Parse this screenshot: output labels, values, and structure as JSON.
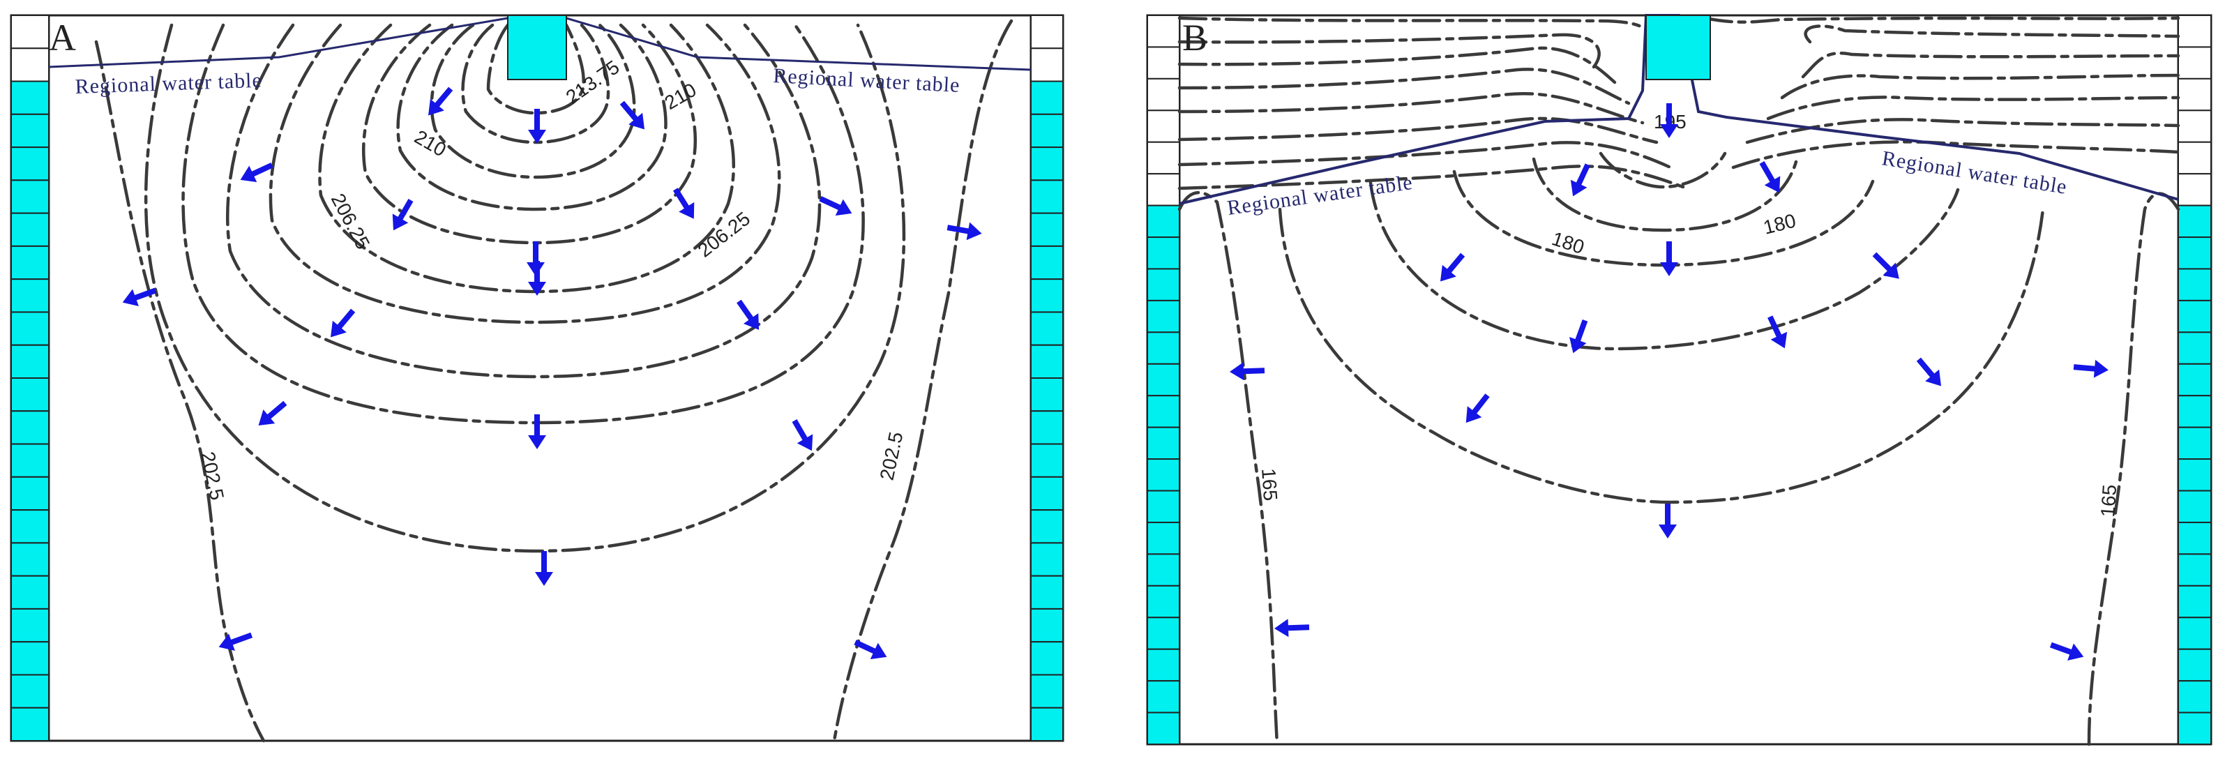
{
  "colors": {
    "contour": "#3a3a3a",
    "water_table": "#26296e",
    "arrow": "#1515e6",
    "reservoir": "#00f0f0",
    "frame": "#222222"
  },
  "panels": [
    {
      "id": "A",
      "label": "A",
      "water_table_left": "Regional water table",
      "water_table_right": "Regional water table",
      "contour_labels": [
        "213.75",
        "210",
        "210",
        "206.25",
        "206.25",
        "202.5",
        "202.5"
      ]
    },
    {
      "id": "B",
      "label": "B",
      "water_table_left": "Regional water table",
      "water_table_right": "Regional water table",
      "contour_labels": [
        "195",
        "180",
        "180",
        "165",
        "165"
      ]
    }
  ],
  "icons": [
    "flow-arrow-icon",
    "constant-head-cell-icon",
    "source-reservoir-icon"
  ]
}
